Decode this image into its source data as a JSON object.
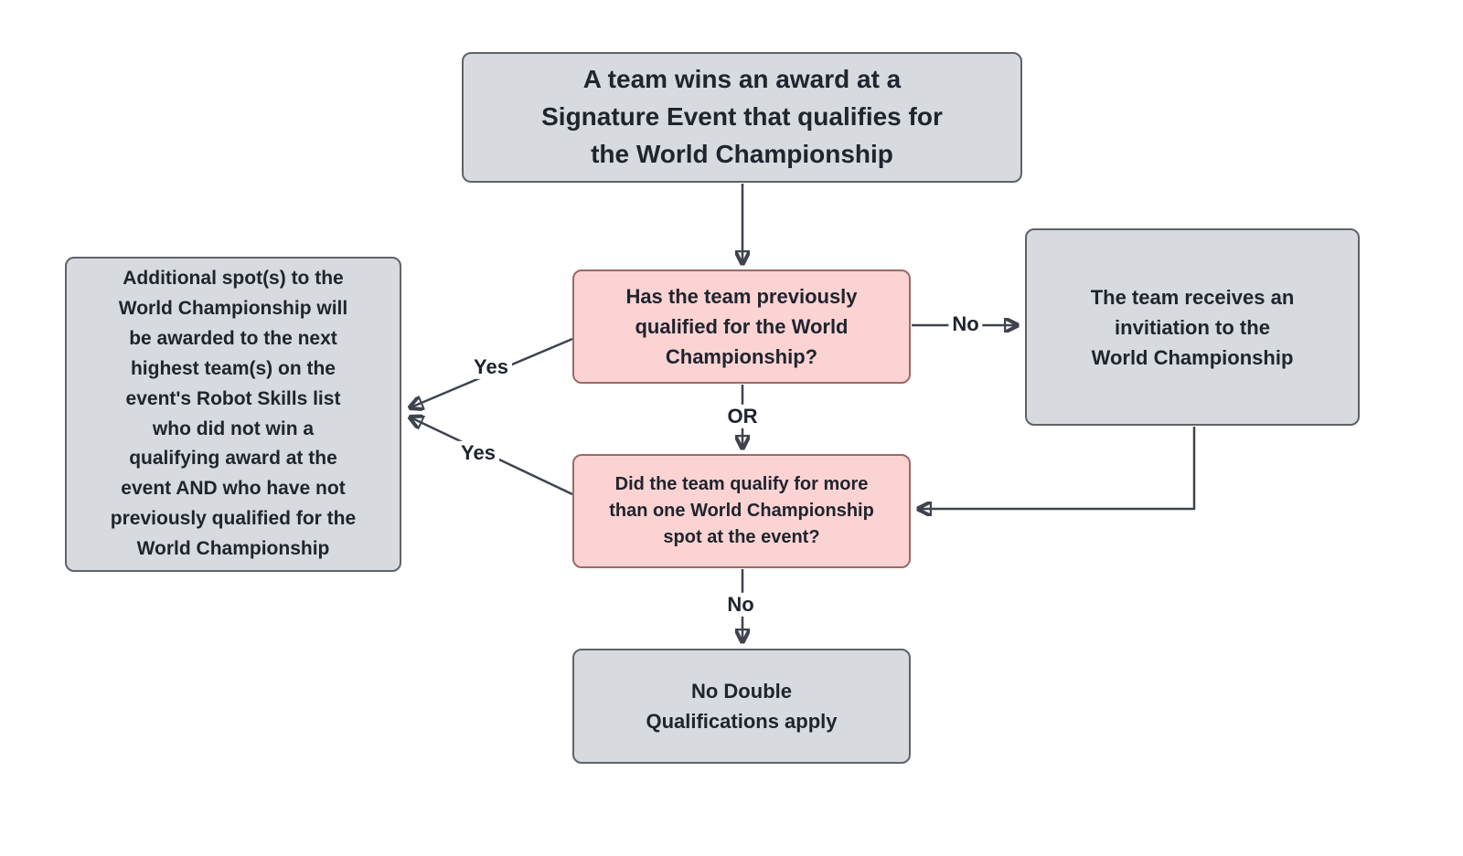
{
  "diagram": {
    "type": "flowchart",
    "nodes": {
      "start": {
        "text": "A team wins an award at a\nSignature Event that qualifies for\nthe World Championship"
      },
      "q1": {
        "text": "Has the team previously\nqualified for the World\nChampionship?"
      },
      "invite": {
        "text": "The team receives an\ninvitiation to the\nWorld Championship"
      },
      "q2": {
        "text": "Did the team qualify for more\nthan one World Championship\nspot at the event?"
      },
      "additional": {
        "text": "Additional spot(s) to the\nWorld Championship will\nbe awarded to the next\nhighest team(s) on the\nevent's Robot Skills list\nwho did not win a\nqualifying award at the\nevent AND who have not\npreviously qualified for the\nWorld Championship"
      },
      "nodouble": {
        "text": "No Double\nQualifications apply"
      }
    },
    "edges": [
      {
        "from": "start",
        "to": "q1",
        "label": ""
      },
      {
        "from": "q1",
        "to": "invite",
        "label": "No"
      },
      {
        "from": "q1",
        "to": "q2",
        "label": "OR"
      },
      {
        "from": "invite",
        "to": "q2",
        "label": ""
      },
      {
        "from": "q1",
        "to": "additional",
        "label": "Yes"
      },
      {
        "from": "q2",
        "to": "additional",
        "label": "Yes"
      },
      {
        "from": "q2",
        "to": "nodouble",
        "label": "No"
      }
    ],
    "colors": {
      "node_gray_fill": "#d7dade",
      "node_gray_border": "#5f6368",
      "node_pink_fill": "#fbd3d3",
      "node_pink_border": "#9a6a68",
      "arrow": "#3e434e",
      "text": "#20242e",
      "background": "#ffffff"
    }
  }
}
